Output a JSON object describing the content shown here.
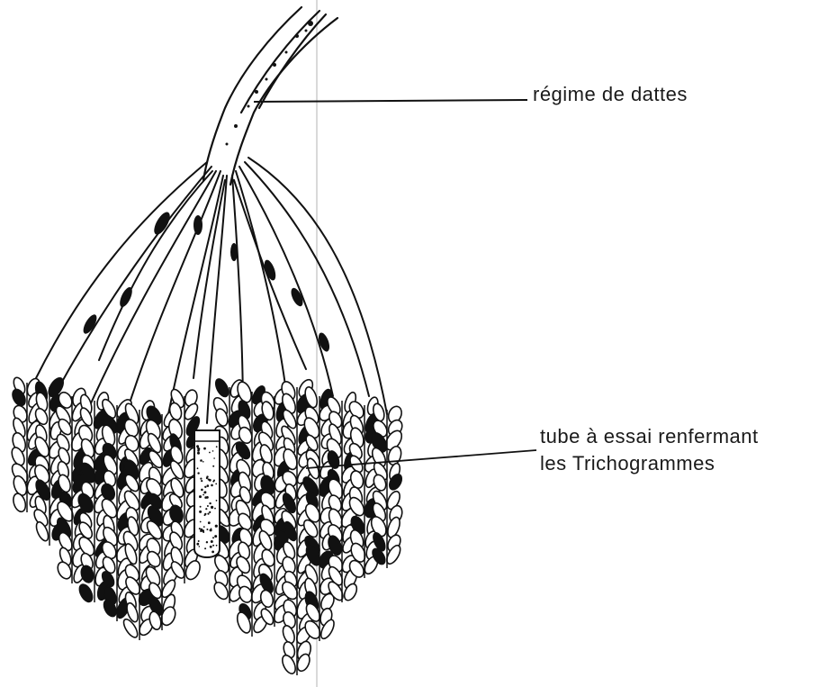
{
  "labels": {
    "regime": "régime de dattes",
    "tube_line1": "tube à essai renfermant",
    "tube_line2": "les Trichogrammes"
  }
}
